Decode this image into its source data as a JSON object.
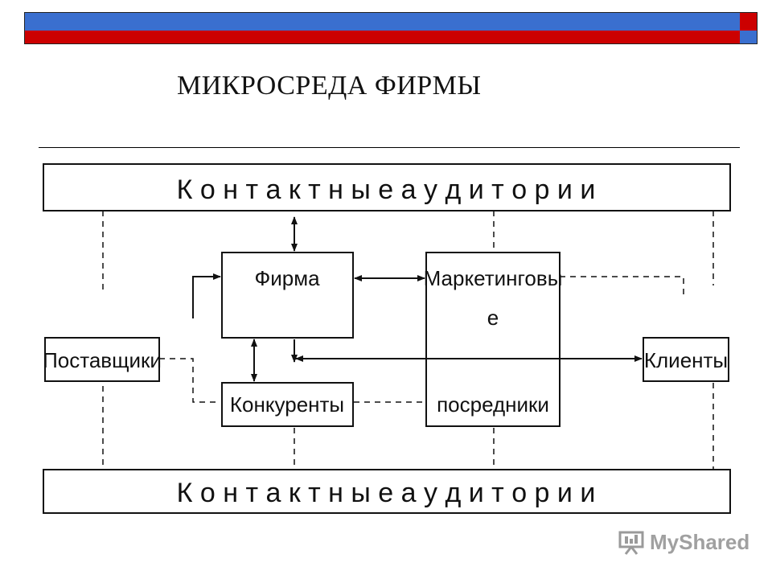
{
  "slide": {
    "title": "МИКРОСРЕДА ФИРМЫ",
    "accent_blue": "#3a6fcf",
    "accent_red": "#cc0000"
  },
  "diagram": {
    "top_band": "К о н т а к т н ы е     а у д и т о р и и",
    "bottom_band": "К о н т а к т н ы е     а у д и т о р и и",
    "firm": "Фирма",
    "marketing_line1": "Маркетинговы",
    "marketing_line2": "е",
    "marketing_line3": "посредники",
    "suppliers": "Поставщики",
    "competitors": "Конкуренты",
    "clients": "Клиенты"
  },
  "watermark": {
    "text": "MyShared",
    "icon": "presentation-board-icon"
  }
}
